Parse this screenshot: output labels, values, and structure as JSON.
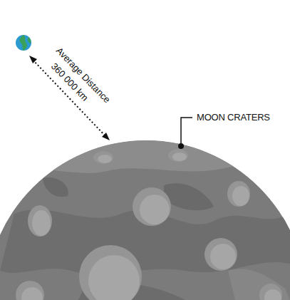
{
  "diagram": {
    "labels": [
      "Average Distance",
      "360 000 km",
      "MOON CRATERS"
    ]
  }
}
